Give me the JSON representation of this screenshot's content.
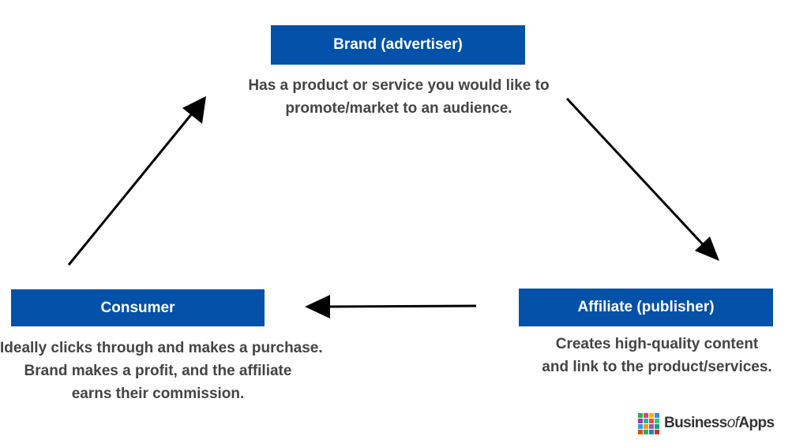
{
  "nodes": {
    "brand": {
      "label": "Brand (advertiser)",
      "description": [
        "Has a product or service you would like to",
        "promote/market to an audience."
      ]
    },
    "affiliate": {
      "label": "Affiliate (publisher)",
      "description": [
        "Creates high-quality content",
        "and link to the product/services."
      ]
    },
    "consumer": {
      "label": "Consumer",
      "description": [
        "Ideally clicks through and makes a purchase.",
        "Brand makes a profit, and the affiliate",
        "earns their commission."
      ]
    }
  },
  "edges": [
    {
      "from": "brand",
      "to": "affiliate"
    },
    {
      "from": "affiliate",
      "to": "consumer"
    },
    {
      "from": "consumer",
      "to": "brand"
    }
  ],
  "logo": {
    "part1": "Business",
    "part2": "of",
    "part3": "Apps",
    "grid_colors": [
      "#3aa757",
      "#e83f6f",
      "#f4b400",
      "#4285f4",
      "#8e44ad",
      "#1abc9c",
      "#e74c3c",
      "#2ecc71",
      "#3498db",
      "#f39c12",
      "#9b59b6",
      "#16a085",
      "#d35400",
      "#27ae60",
      "#2980b9",
      "#c0392b"
    ]
  },
  "colors": {
    "box_fill": "#0351a8",
    "box_text": "#ffffff",
    "desc_text": "#444444",
    "arrow": "#000000"
  }
}
